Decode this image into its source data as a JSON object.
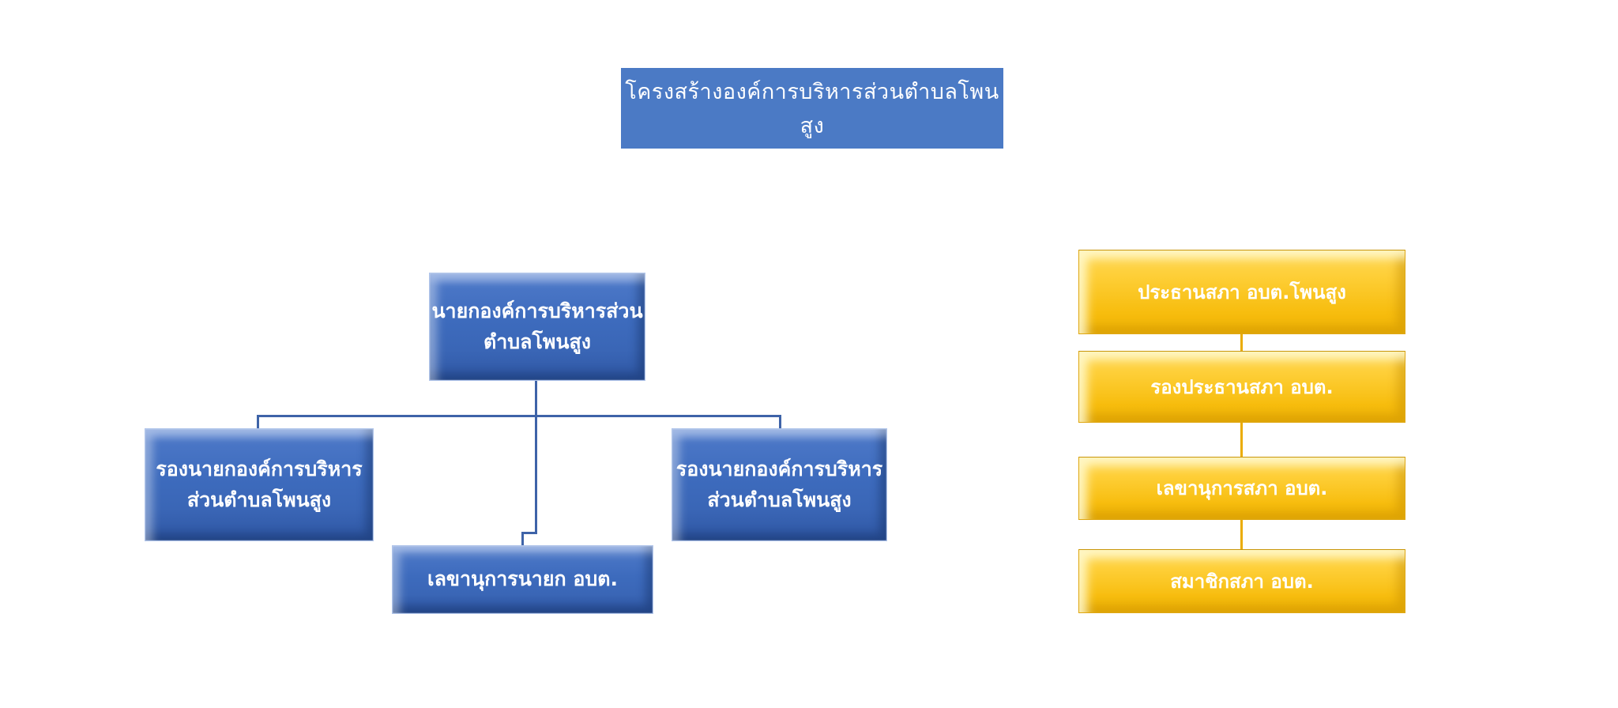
{
  "title": "โครงสร้างองค์การบริหารส่วนตำบลโพนสูง",
  "colors": {
    "title_fill": "#4b7ac5",
    "blue_box_fill": "#3d6abc",
    "blue_box_border": "#afc4ea",
    "blue_connector": "#3e63a8",
    "gold_box_fill": "#fbc51d",
    "gold_box_border": "#dfa712",
    "gold_connector": "#ebac00",
    "box_text": "#ffffff",
    "background": "#ffffff"
  },
  "executive_branch": {
    "mayor": "นายกองค์การบริหารส่วน\nตำบลโพนสูง",
    "deputy_left": "รองนายกองค์การบริหาร\nส่วนตำบลโพนสูง",
    "deputy_right": "รองนายกองค์การบริหาร\nส่วนตำบลโพนสูง",
    "secretary": "เลขานุการนายก อบต."
  },
  "council_branch": {
    "chairman": "ประธานสภา อบต.โพนสูง",
    "vice_chairman": "รองประธานสภา อบต.",
    "secretary": "เลขานุการสภา อบต.",
    "members": "สมาชิกสภา อบต."
  }
}
